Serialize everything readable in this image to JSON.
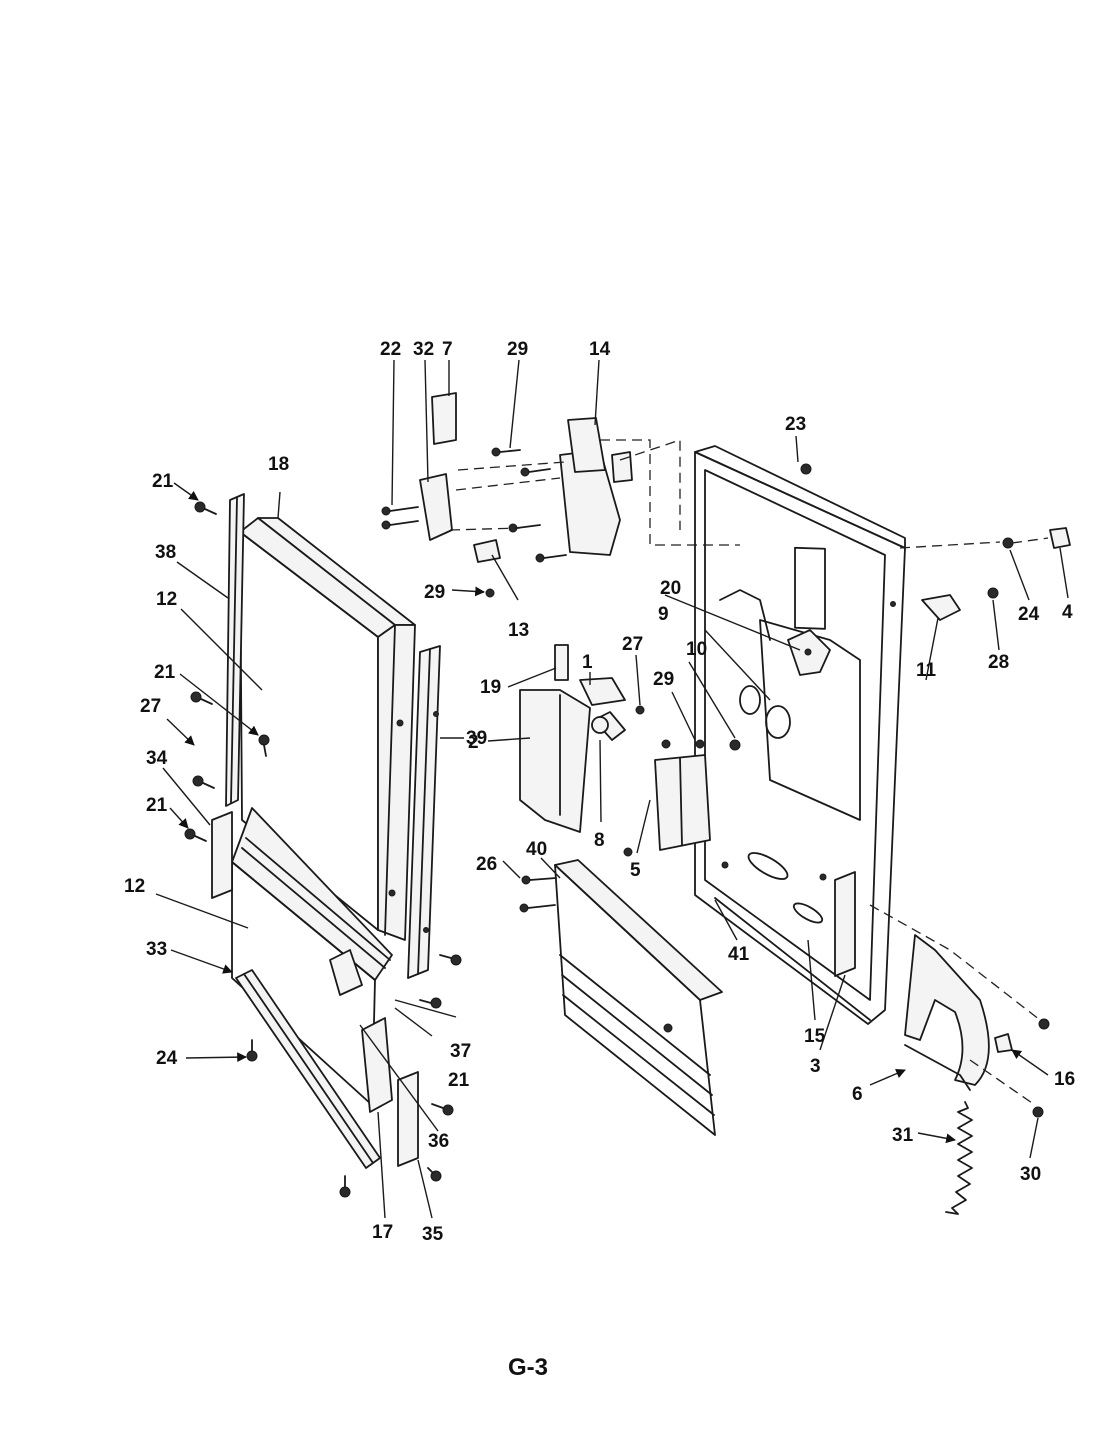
{
  "page_label": "G-3",
  "callouts": [
    "1",
    "2",
    "3",
    "4",
    "5",
    "6",
    "7",
    "8",
    "9",
    "10",
    "11",
    "12",
    "12",
    "13",
    "14",
    "15",
    "16",
    "17",
    "18",
    "19",
    "20",
    "21",
    "21",
    "21",
    "21",
    "21",
    "22",
    "23",
    "24",
    "24",
    "26",
    "27",
    "27",
    "28",
    "29",
    "29",
    "29",
    "30",
    "31",
    "32",
    "33",
    "34",
    "35",
    "36",
    "37",
    "38",
    "39",
    "40",
    "41"
  ]
}
